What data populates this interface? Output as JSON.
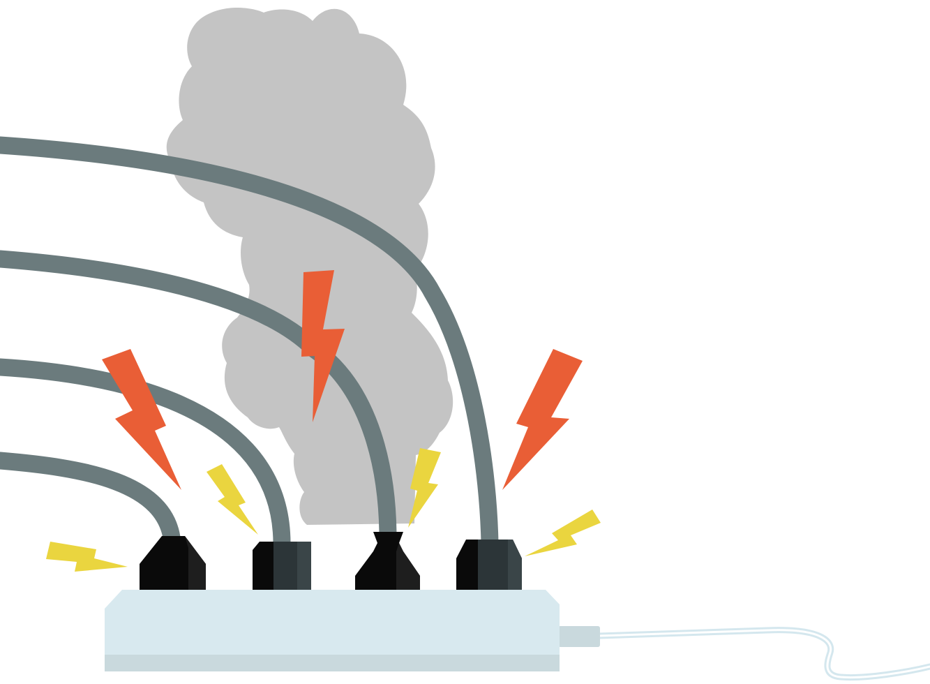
{
  "illustration": {
    "subject": "overloaded-power-strip",
    "background_color": "#ffffff",
    "colors": {
      "smoke": "#c4c4c4",
      "cable": "#6b7b7d",
      "plug_dark": "#0a0a0a",
      "plug_grey": "#2c3538",
      "strip_body": "#d8e9ef",
      "strip_base": "#c9d9dd",
      "strip_cord": "#d4e7ee",
      "spark_red": "#e95e36",
      "spark_yellow": "#ead53f"
    },
    "icons": {
      "smoke": "smoke-cloud-icon",
      "red_spark": "lightning-bolt-icon",
      "yellow_spark": "lightning-bolt-icon",
      "plug": "power-plug-icon",
      "strip": "power-strip-icon"
    },
    "counts": {
      "plugs": 4,
      "cables": 4,
      "red_bolts": 3,
      "yellow_bolts": 4
    }
  }
}
